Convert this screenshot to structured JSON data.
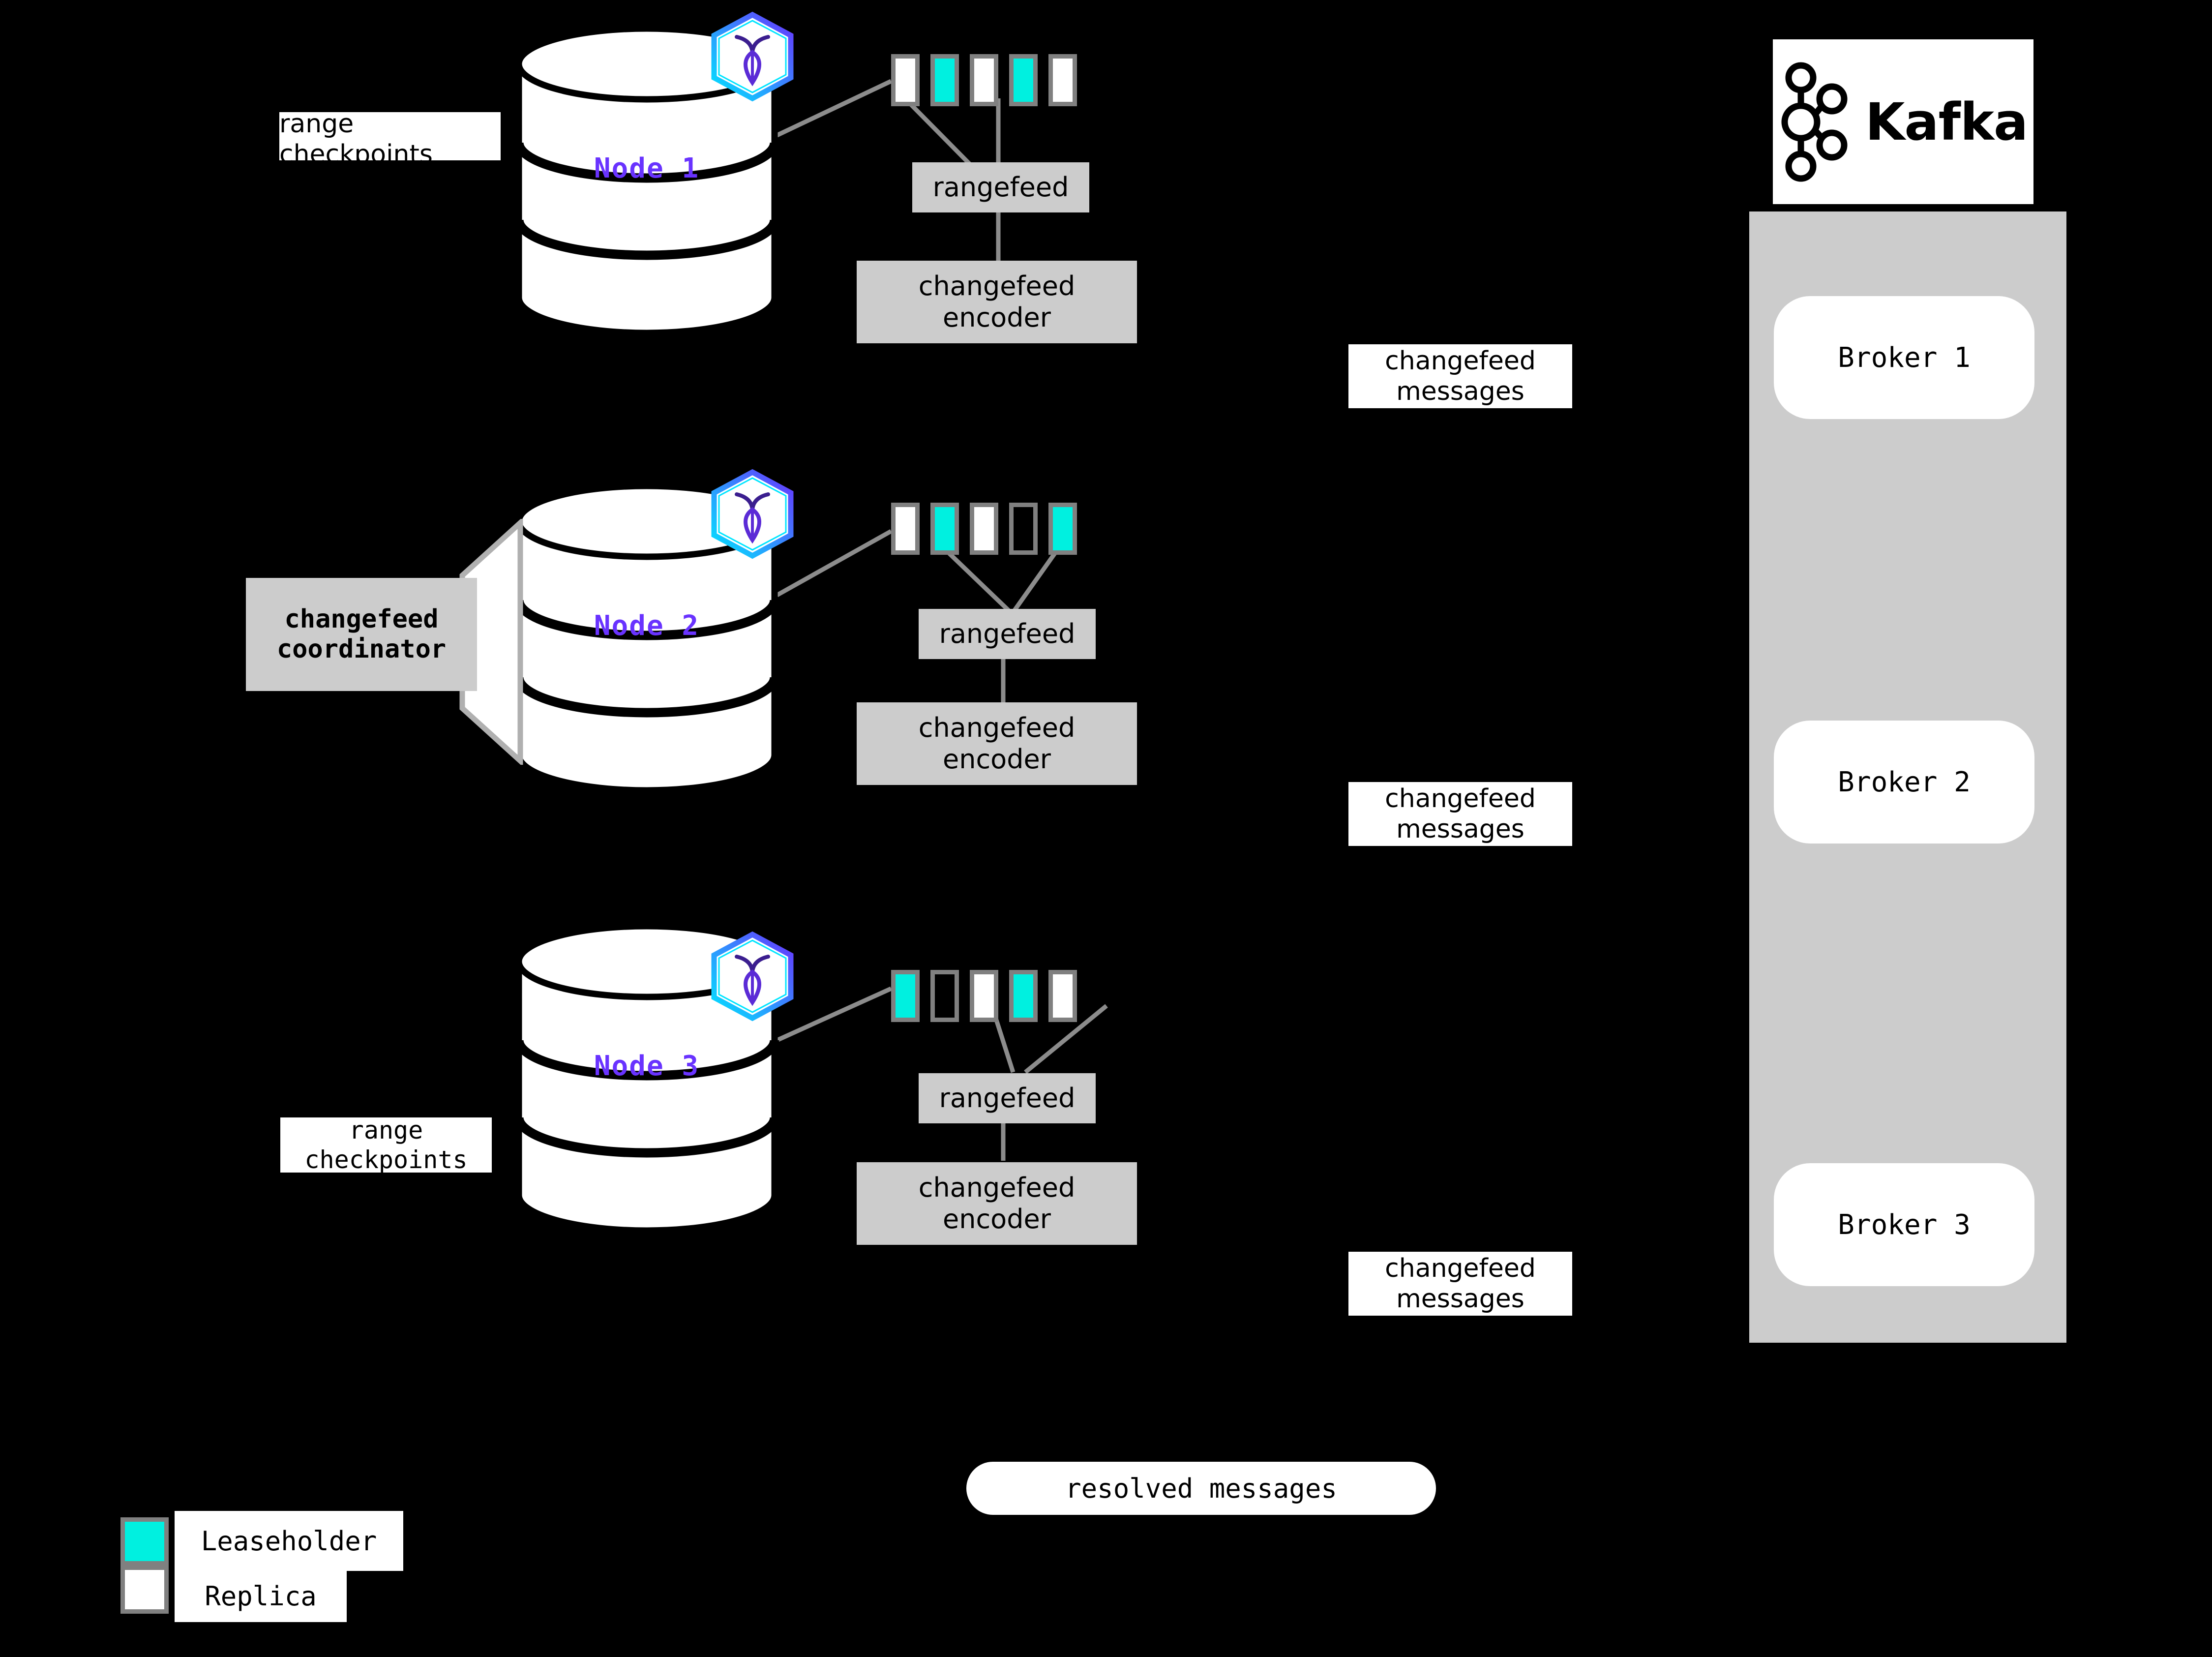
{
  "theme": {
    "background": "#000000",
    "leaseholder_color": "#00F0E0",
    "replica_color": "#FFFFFF",
    "range_border_color": "#808080",
    "process_box_color": "#CCCCCC",
    "node_label_color": "#6933FF",
    "connector_color": "#8C8C8C"
  },
  "nodes": [
    {
      "label": "Node 1",
      "ranges": [
        "replica",
        "leaseholder",
        "replica",
        "leaseholder",
        "replica"
      ],
      "rangefeed_label": "rangefeed",
      "encoder_label": "changefeed encoder",
      "encoder_line1": "changefeed",
      "encoder_line2": "encoder",
      "logo_name": "cockroachdb-hex-logo"
    },
    {
      "label": "Node 2",
      "ranges": [
        "replica",
        "leaseholder",
        "replica",
        "empty",
        "leaseholder"
      ],
      "rangefeed_label": "rangefeed",
      "encoder_label": "changefeed encoder",
      "encoder_line1": "changefeed",
      "encoder_line2": "encoder",
      "logo_name": "cockroachdb-hex-logo"
    },
    {
      "label": "Node 3",
      "ranges": [
        "leaseholder",
        "empty",
        "replica",
        "leaseholder",
        "replica"
      ],
      "rangefeed_label": "rangefeed",
      "encoder_label": "changefeed encoder",
      "encoder_line1": "changefeed",
      "encoder_line2": "encoder",
      "logo_name": "cockroachdb-hex-logo"
    }
  ],
  "coordinator": {
    "line1": "changefeed",
    "line2": "coordinator"
  },
  "checkpoint_labels": [
    {
      "line1": "range",
      "line2": "checkpoints"
    },
    {
      "line1": "range",
      "line2": "checkpoints"
    }
  ],
  "message_labels": [
    {
      "line1": "changefeed",
      "line2": "messages"
    },
    {
      "line1": "changefeed",
      "line2": "messages"
    },
    {
      "line1": "changefeed",
      "line2": "messages"
    }
  ],
  "resolved": {
    "label": "resolved messages"
  },
  "kafka": {
    "wordmark": "Kafka",
    "logo_name": "kafka-logo",
    "brokers": [
      "Broker 1",
      "Broker 2",
      "Broker 3"
    ]
  },
  "legend": {
    "items": [
      {
        "label": "Leaseholder",
        "swatch": "leaseholder"
      },
      {
        "label": "Replica",
        "swatch": "replica"
      }
    ]
  }
}
